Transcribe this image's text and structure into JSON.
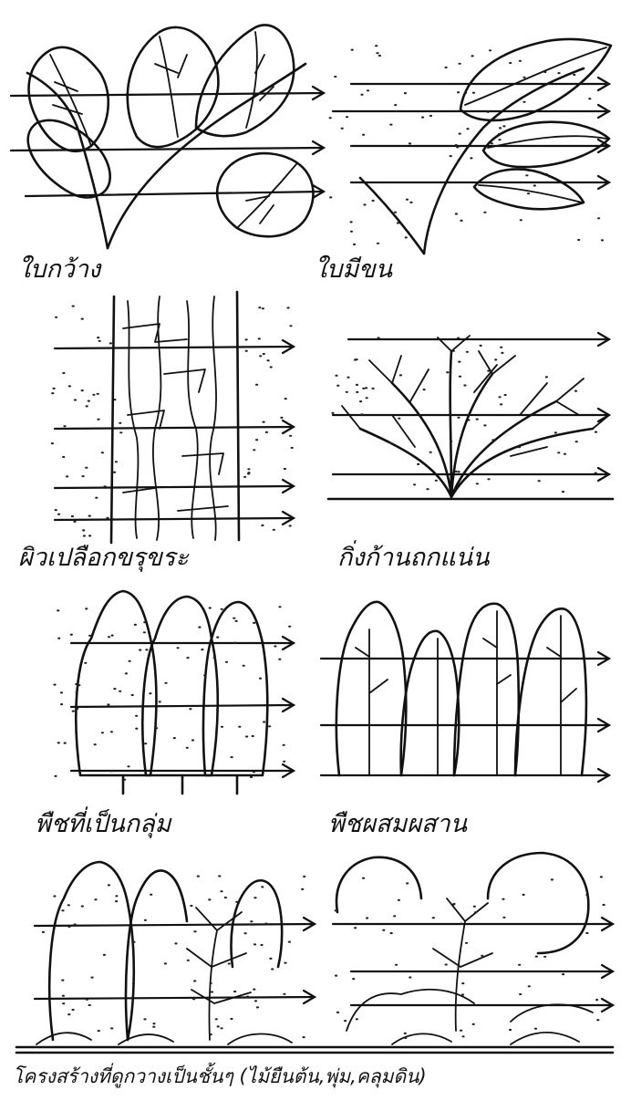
{
  "captions": {
    "large_leaves": "ใบกว้าง",
    "fine_leaves": "ใบมีขน",
    "rough_bark": "ผิวเปลือกขรุขระ",
    "dense_branches": "กิ่งก้านถกแน่น",
    "grouped_plants": "พืชที่เป็นกลุ่ม",
    "mixed_plants": "พืชผสมผสาน",
    "layered_structure": "โครงสร้างที่ดูกวางเป็นชั้นๆ (ไม้ยืนต้น,พุ่ม,คลุมดิน)"
  }
}
